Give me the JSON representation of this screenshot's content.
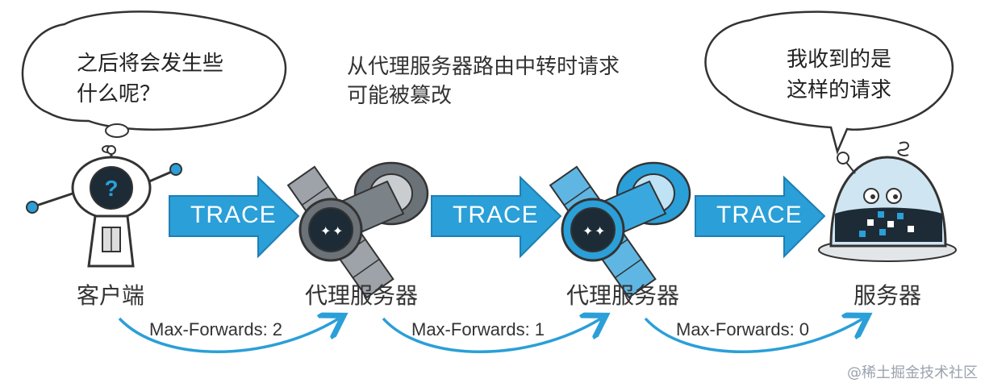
{
  "colors": {
    "accent": "#2a9fd8",
    "accent_dark": "#1f7fb3",
    "outline": "#333333"
  },
  "client": {
    "label": "客户端",
    "bubble": [
      "之后将会发生些",
      "什么呢？"
    ]
  },
  "note": [
    "从代理服务器路由中转时请求",
    "可能被篡改"
  ],
  "proxies": [
    {
      "label": "代理服务器"
    },
    {
      "label": "代理服务器"
    }
  ],
  "server": {
    "label": "服务器",
    "bubble": [
      "我收到的是",
      "这样的请求"
    ]
  },
  "arrows": [
    {
      "method": "TRACE"
    },
    {
      "method": "TRACE"
    },
    {
      "method": "TRACE"
    }
  ],
  "hops": [
    {
      "text": "Max-Forwards: 2"
    },
    {
      "text": "Max-Forwards: 1"
    },
    {
      "text": "Max-Forwards: 0"
    }
  ],
  "watermark": "@稀土掘金技术社区"
}
